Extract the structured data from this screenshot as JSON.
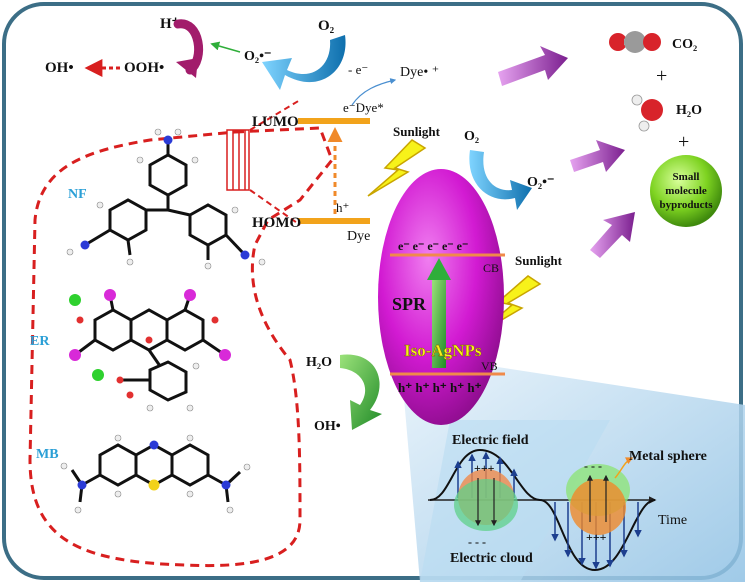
{
  "labels": {
    "h_plus": "H⁺",
    "o2_top": "O₂",
    "o2_radical_top": "O₂•⁻",
    "oh_radical_left": "OH•",
    "ooh_radical": "OOH•",
    "minus_e": "- e⁻",
    "dye_cation": "Dye• ⁺",
    "lumo": "LUMO",
    "homo": "HOMO",
    "e_dye_star": "e⁻Dye*",
    "h_plus_small": "h⁺",
    "dye": "Dye",
    "sunlight_1": "Sunlight",
    "sunlight_2": "Sunlight",
    "o2_mid": "O₂",
    "o2_radical_mid": "O₂•⁻",
    "co2": "CO₂",
    "plus_1": "+",
    "h2o_product": "H₂O",
    "plus_2": "+",
    "small_molecule": [
      "Small",
      "molecule",
      "byproducts"
    ],
    "nf": "NF",
    "er": "ER",
    "mb": "MB",
    "cb": "CB",
    "vb": "VB",
    "spr": "SPR",
    "electrons": "e⁻  e⁻  e⁻  e⁻  e⁻",
    "holes": "h⁺ h⁺ h⁺ h⁺ h⁺",
    "iso_agnps": "Iso-AgNPs",
    "h2o_in": "H₂O",
    "oh_out": "OH•",
    "electric_field": "Electric field",
    "metal_sphere": "Metal sphere",
    "electric_cloud": "Electric cloud",
    "time": "Time",
    "plus_charges": "+++",
    "minus_charges": "- - -"
  },
  "colors": {
    "frame": "#3c6e86",
    "ellipse": "#d21ad2",
    "lumo_bar": "#f2a31b",
    "dashed": "#d81f1f",
    "green_arrow": "#2fae3a",
    "blue_arrow": "#1f8ec9",
    "purple_arrow": "#8c2a9e",
    "dye_label": "#2a9fd6",
    "sunlight": "#f7f21a",
    "product_ball": "#7ed321"
  }
}
